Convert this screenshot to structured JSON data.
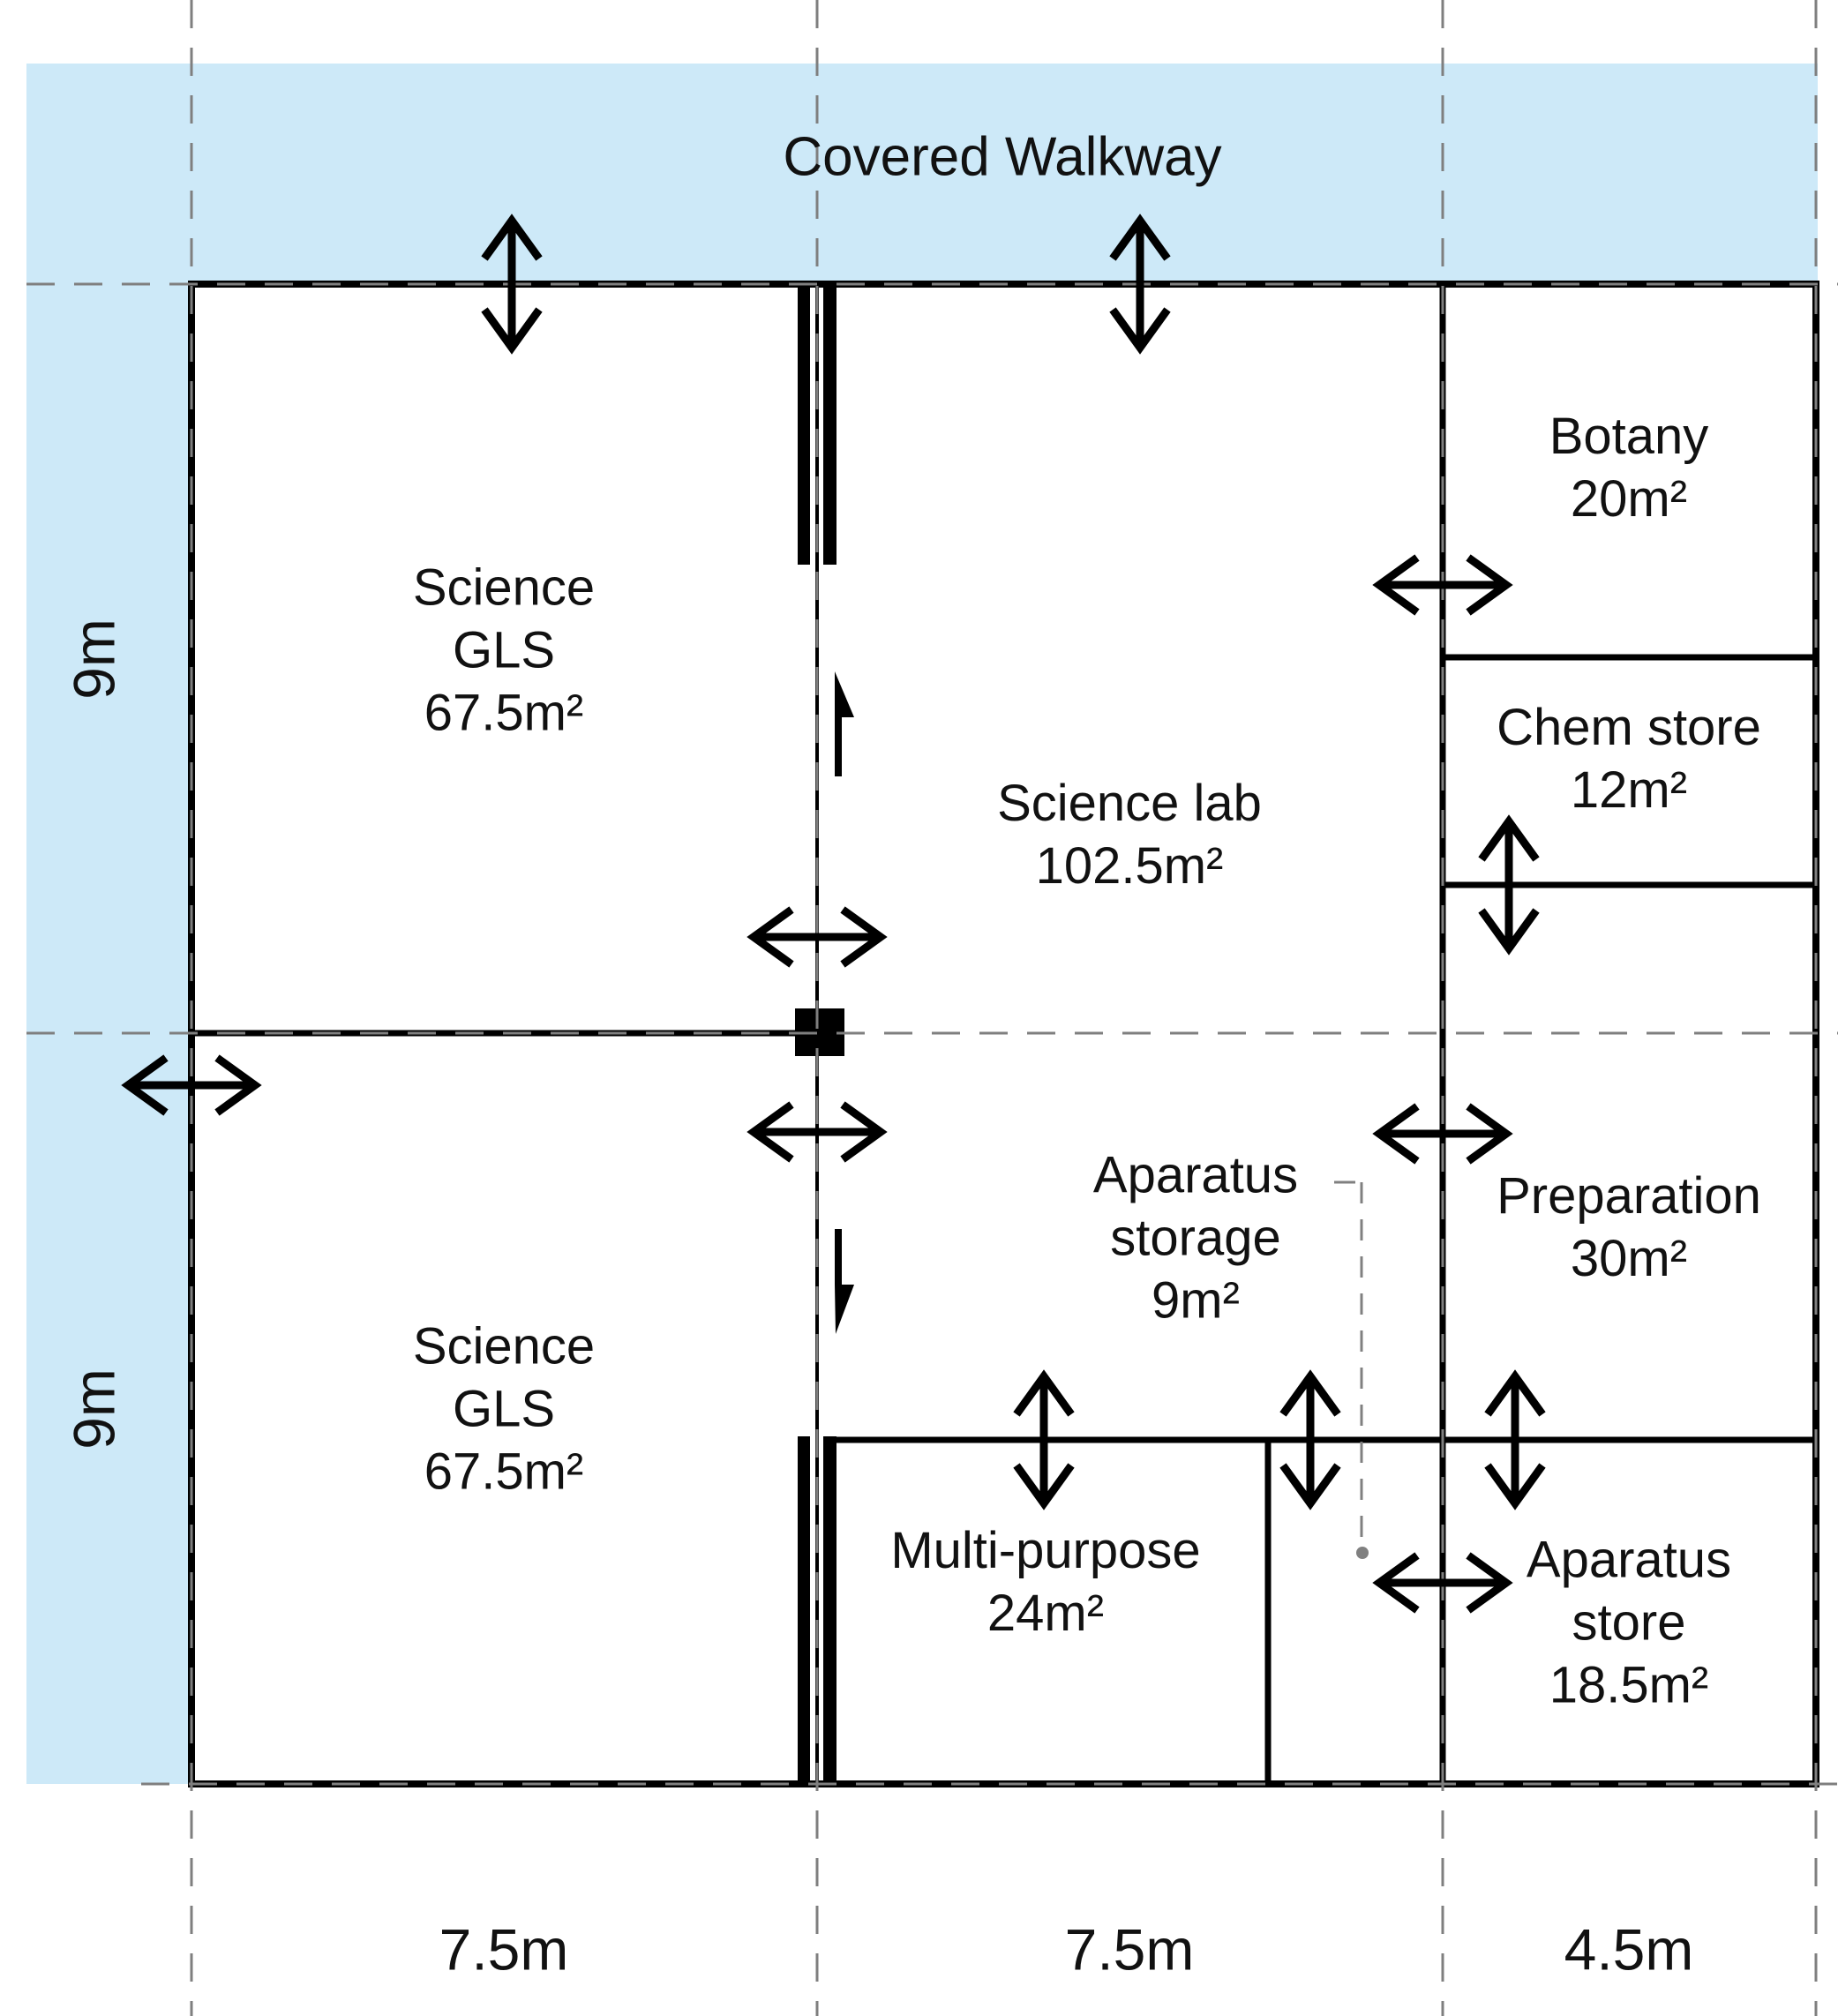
{
  "walkway": {
    "label": "Covered Walkway"
  },
  "rooms": {
    "science_gls_top": {
      "line1": "Science",
      "line2": "GLS",
      "area": "67.5m²"
    },
    "science_gls_bottom": {
      "line1": "Science",
      "line2": "GLS",
      "area": "67.5m²"
    },
    "science_lab": {
      "name": "Science lab",
      "area": "102.5m²"
    },
    "botany": {
      "name": "Botany",
      "area": "20m²"
    },
    "chem_store": {
      "name": "Chem store",
      "area": "12m²"
    },
    "preparation": {
      "name": "Preparation",
      "area": "30m²"
    },
    "apparatus_storage": {
      "line1": "Aparatus",
      "line2": "storage",
      "area": "9m²"
    },
    "multi_purpose": {
      "name": "Multi-purpose",
      "area": "24m²"
    },
    "apparatus_store": {
      "line1": "Aparatus",
      "line2": "store",
      "area": "18.5m²"
    }
  },
  "dimensions": {
    "left_top": "9m",
    "left_bottom": "9m",
    "bottom_left": "7.5m",
    "bottom_center": "7.5m",
    "bottom_right": "4.5m"
  },
  "symbols": {
    "door_arrow": "double-headed-arrow",
    "door_leaf": "door-leaf-flag",
    "wall_junction": "filled-square",
    "sliding_door": "double-bar"
  },
  "colors": {
    "walkway_blue": "#cde9f8",
    "wall_black": "#000000",
    "grid_gray": "#7f7f7f",
    "leader_gray": "#808080"
  }
}
